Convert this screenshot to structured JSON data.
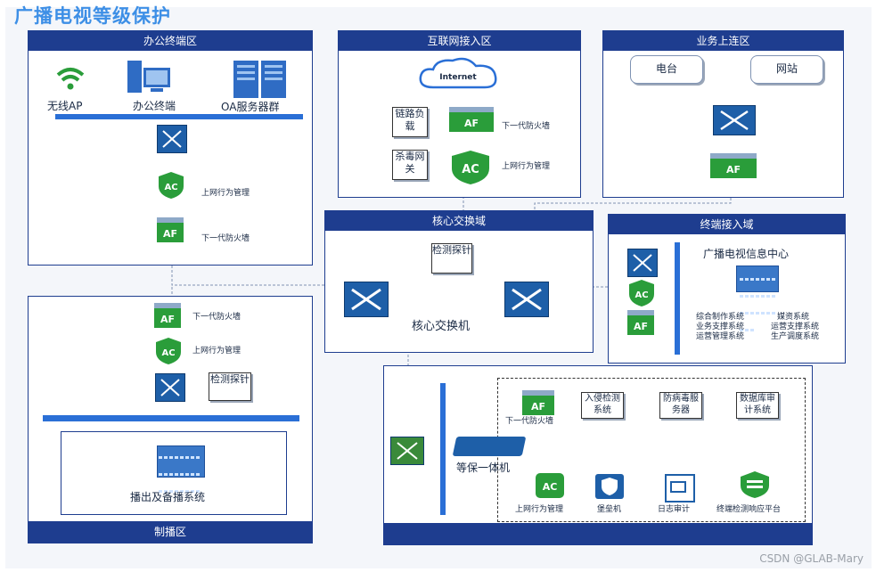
{
  "title": "广播电视等级保护",
  "watermark": "CSDN @GLAB-Mary",
  "zones": {
    "office": {
      "title": "办公终端区",
      "devices": [
        "无线AP",
        "办公终端",
        "OA服务器群"
      ],
      "ac_label": "上网行为管理",
      "af_label": "下一代防火墙"
    },
    "internet": {
      "title": "互联网接入区",
      "cloud": "Internet",
      "link_lb": "链路负载",
      "av_gw": "杀毒网关",
      "af_label": "下一代防火墙",
      "ac_label": "上网行为管理"
    },
    "business": {
      "title": "业务上连区",
      "tv": "电台",
      "site": "网站"
    },
    "core": {
      "title": "核心交换域",
      "probe": "检测探针",
      "switch": "核心交换机"
    },
    "terminal": {
      "title": "终端接入域",
      "center": "广播电视信息中心",
      "systems": [
        "综合制作系统",
        "媒资系统",
        "业务支撑系统",
        "运营支撑系统",
        "运营管理系统",
        "生产调度系统"
      ]
    },
    "broadcast": {
      "title": "制播区",
      "af_label": "下一代防火墙",
      "ac_label": "上网行为管理",
      "probe": "检测探针",
      "system": "播出及备播系统"
    },
    "security": {
      "af_label": "下一代防火墙",
      "ids": "入侵检测系统",
      "av": "防病毒服务器",
      "db_audit": "数据库审计系统",
      "all_in_one": "等保一体机",
      "ac_label": "上网行为管理",
      "bastion": "堡垒机",
      "log_audit": "日志审计",
      "edr": "终端检测响应平台"
    }
  },
  "icons": {
    "af": "AF",
    "ac": "AC"
  },
  "colors": {
    "zone_header": "#1e3d8f",
    "af_green": "#2a9d3a",
    "switch_blue": "#1e5fa8",
    "title_blue": "#3d8fe6"
  }
}
